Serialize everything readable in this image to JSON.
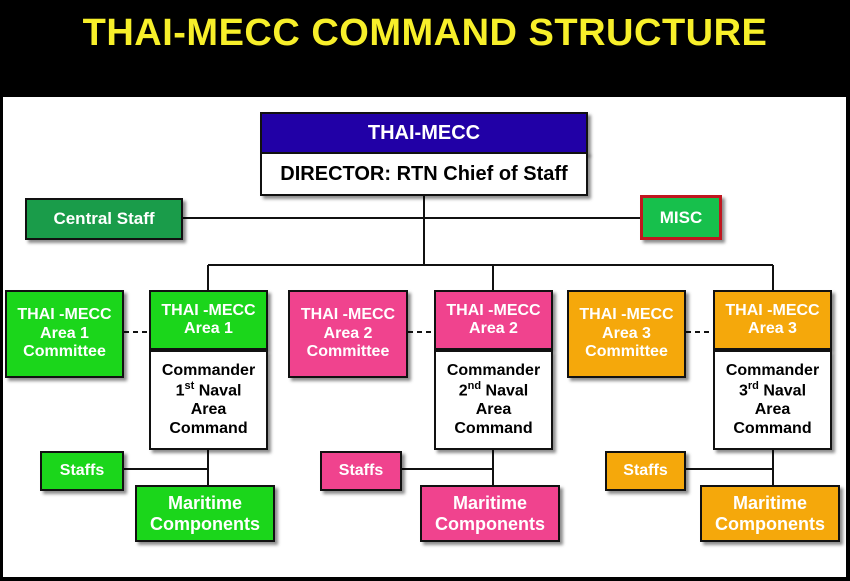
{
  "title": "THAI-MECC COMMAND STRUCTURE",
  "colors": {
    "title_yellow": "#f7ef2a",
    "director_blue": "#2100a6",
    "staff_green": "#1a9c4a",
    "misc_green": "#17c04c",
    "misc_border": "#c0161f",
    "area1_green": "#1bd61b",
    "area2_pink": "#f0438e",
    "area3_orange": "#f5a80b"
  },
  "top": {
    "org": "THAI-MECC",
    "director": "DIRECTOR:  RTN Chief of Staff"
  },
  "central_staff": "Central Staff",
  "misc": "MISC",
  "areas": [
    {
      "committee": "THAI -MECC\nArea 1\nCommittee",
      "header": "THAI -MECC\nArea 1",
      "commander_pre": "Commander\n1",
      "ordinal": "st",
      "commander_post": " Naval\nArea\nCommand",
      "staffs": "Staffs",
      "maritime": "Maritime\nComponents"
    },
    {
      "committee": "THAI -MECC\nArea 2\nCommittee",
      "header": "THAI -MECC\nArea 2",
      "commander_pre": "Commander\n2",
      "ordinal": "nd",
      "commander_post": "  Naval\nArea\nCommand",
      "staffs": "Staffs",
      "maritime": "Maritime\nComponents"
    },
    {
      "committee": "THAI -MECC\nArea 3\nCommittee",
      "header": "THAI -MECC\nArea 3",
      "commander_pre": "Commander\n3",
      "ordinal": "rd",
      "commander_post": "  Naval\nArea\nCommand",
      "staffs": "Staffs",
      "maritime": "Maritime\nComponents"
    }
  ]
}
